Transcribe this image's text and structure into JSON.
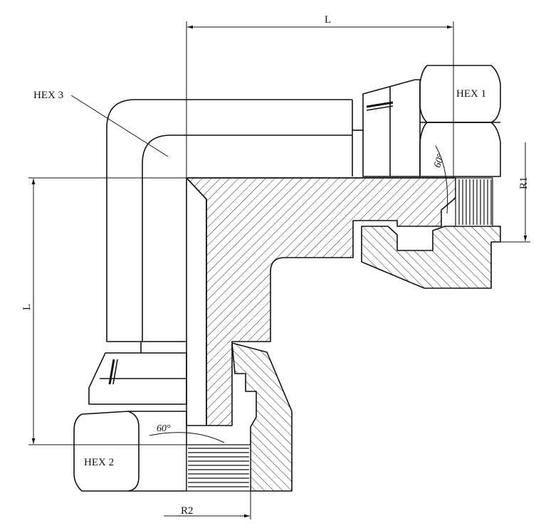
{
  "labels": {
    "hex1": "HEX 1",
    "hex2": "HEX 2",
    "hex3": "HEX 3",
    "length_top": "L",
    "length_left": "L",
    "r1": "R1",
    "r2": "R2",
    "angle_right": "60°",
    "angle_bottom": "60°"
  },
  "colors": {
    "line": "#111111",
    "background": "#ffffff"
  }
}
